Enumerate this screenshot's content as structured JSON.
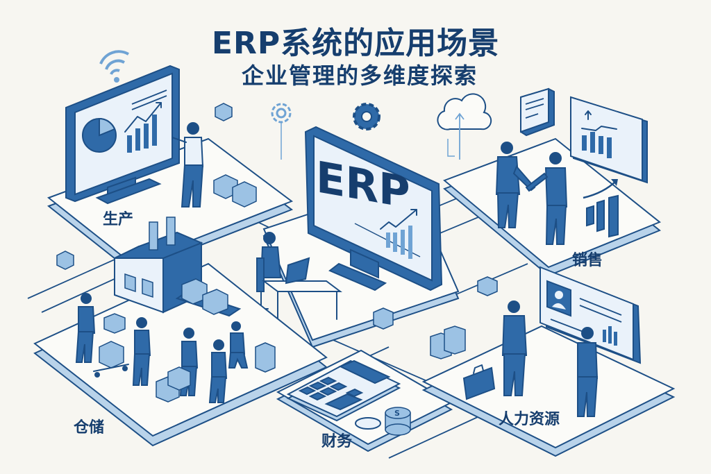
{
  "header": {
    "title": "ERP系统的应用场景",
    "subtitle": "企业管理的多维度探索"
  },
  "center": {
    "monitor_text": "ERP"
  },
  "modules": [
    {
      "id": "production",
      "label": "生产"
    },
    {
      "id": "sales",
      "label": "销售"
    },
    {
      "id": "warehouse",
      "label": "仓储"
    },
    {
      "id": "finance",
      "label": "财务"
    },
    {
      "id": "hr",
      "label": "人力资源"
    }
  ],
  "colors": {
    "background": "#f7f6f1",
    "primary_dark": "#163e6e",
    "primary": "#2f6aa8",
    "primary_light": "#9cc2e4",
    "panel": "#dcebf7",
    "platform_top": "#fbfbf8",
    "platform_edge": "#b9d3ea"
  }
}
